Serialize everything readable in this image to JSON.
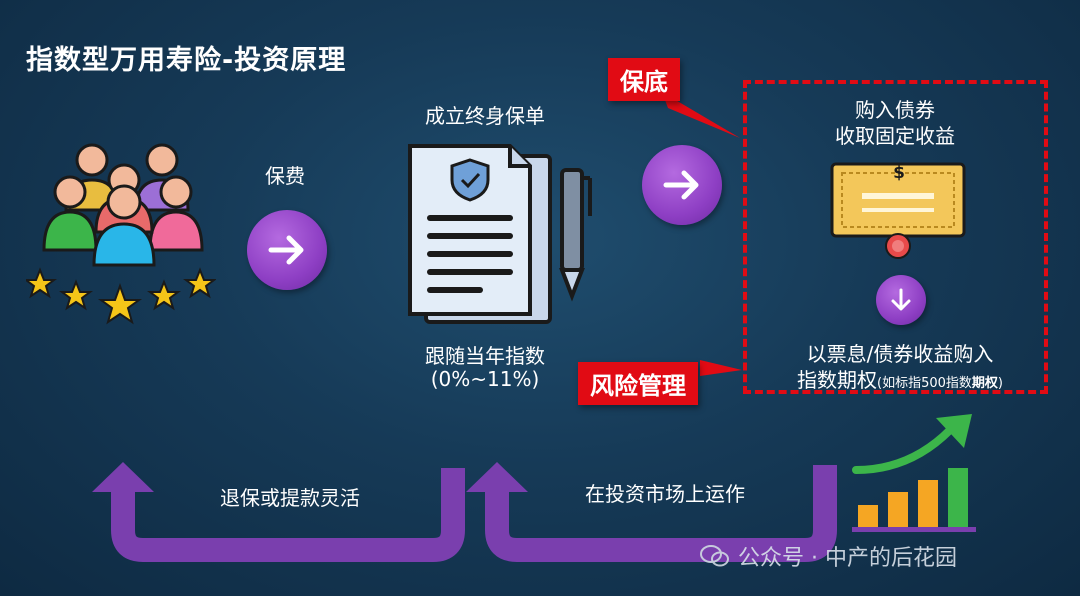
{
  "title": "指数型万用寿险-投资原理",
  "labels": {
    "premium": "保费",
    "policy_title": "成立终身保单",
    "policy_follow_line1": "跟随当年指数",
    "policy_follow_line2": "(0%~11%)",
    "bond_line1": "购入债券",
    "bond_line2": "收取固定收益",
    "bond_symbol": "$",
    "option_line1": "以票息/债券收益购入",
    "option_line2_main": "指数期权",
    "option_line2_note_prefix": "(如标指500指数",
    "option_line2_note_bold": "期权",
    "option_line2_note_suffix": ")",
    "surrender": "退保或提款灵活",
    "market": "在投资市场上运作"
  },
  "tags": {
    "guarantee": "保底",
    "risk_management": "风险管理"
  },
  "watermark": "公众号 · 中产的后花园",
  "colors": {
    "accent_red": "#e10b14",
    "purple": "#8e3fc4",
    "bond_gold": "#f3c75a",
    "bar_orange": "#f5a623",
    "bar_green": "#3cb54a"
  }
}
